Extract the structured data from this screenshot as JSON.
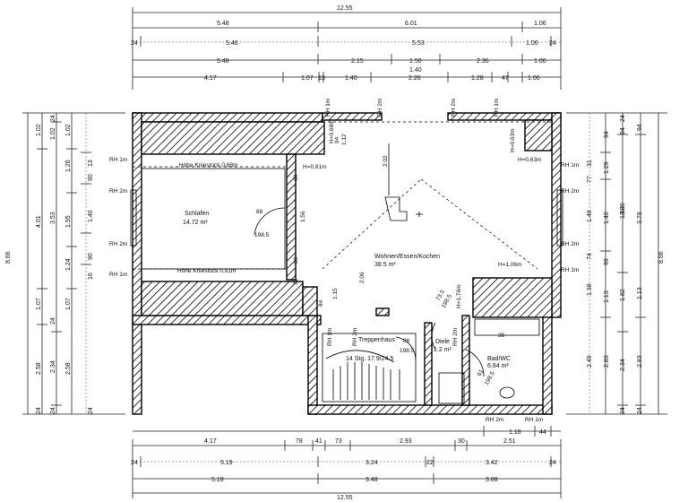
{
  "dims": {
    "top": [
      {
        "text": "12.55"
      },
      {
        "text": "5.48"
      },
      {
        "text": "6.01"
      },
      {
        "text": "1.06"
      },
      {
        "text": "24"
      },
      {
        "text": "5.46"
      },
      {
        "text": "5.53"
      },
      {
        "text": "1.06"
      },
      {
        "text": "24"
      },
      {
        "text": "5.48"
      },
      {
        "text": "2.15"
      },
      {
        "text": "1.50"
      },
      {
        "text": "2.36"
      },
      {
        "text": "1.06"
      },
      {
        "text": "1.40"
      },
      {
        "text": "4.17"
      },
      {
        "text": "1.07"
      },
      {
        "text": "13"
      },
      {
        "text": "1.40"
      },
      {
        "text": "2.26"
      },
      {
        "text": "1.28"
      },
      {
        "text": "47"
      },
      {
        "text": "1.06"
      }
    ],
    "bottom": [
      {
        "text": "4.17"
      },
      {
        "text": "78"
      },
      {
        "text": "41"
      },
      {
        "text": "73"
      },
      {
        "text": "2.93"
      },
      {
        "text": "30"
      },
      {
        "text": "2.51"
      },
      {
        "text": "24"
      },
      {
        "text": "5.19"
      },
      {
        "text": "3.24"
      },
      {
        "text": "22"
      },
      {
        "text": "3.42"
      },
      {
        "text": "24"
      },
      {
        "text": "5.19"
      },
      {
        "text": "3.48"
      },
      {
        "text": "3.88"
      },
      {
        "text": "12.55"
      },
      {
        "text": "1.18"
      },
      {
        "text": "44"
      }
    ],
    "left": [
      {
        "text": "8.66"
      },
      {
        "text": "1.02"
      },
      {
        "text": "4.01"
      },
      {
        "text": "1.07"
      },
      {
        "text": "2.58"
      },
      {
        "text": "24"
      },
      {
        "text": "24"
      },
      {
        "text": "1.02"
      },
      {
        "text": "3.53"
      },
      {
        "text": "24"
      },
      {
        "text": "2.34"
      },
      {
        "text": "24"
      },
      {
        "text": "1.02"
      },
      {
        "text": "1.26"
      },
      {
        "text": "1.55"
      },
      {
        "text": "1.24"
      },
      {
        "text": "1.07"
      },
      {
        "text": "2.58"
      },
      {
        "text": "13"
      },
      {
        "text": "90"
      },
      {
        "text": "1.40"
      },
      {
        "text": "90"
      },
      {
        "text": "16"
      },
      {
        "text": "24"
      }
    ],
    "right": [
      {
        "text": "8.66"
      },
      {
        "text": "94"
      },
      {
        "text": "3.78"
      },
      {
        "text": "1.13"
      },
      {
        "text": "2.83"
      },
      {
        "text": "24"
      },
      {
        "text": "24"
      },
      {
        "text": "94"
      },
      {
        "text": "3.30"
      },
      {
        "text": "1.82"
      },
      {
        "text": "2.34"
      },
      {
        "text": "24"
      },
      {
        "text": "94"
      },
      {
        "text": "1.29"
      },
      {
        "text": "1.40"
      },
      {
        "text": "99"
      },
      {
        "text": "1.13"
      },
      {
        "text": "2.83"
      },
      {
        "text": "31"
      },
      {
        "text": "77"
      },
      {
        "text": "1.48"
      },
      {
        "text": "74"
      },
      {
        "text": "1.38"
      },
      {
        "text": "2.49"
      },
      {
        "text": "1.50"
      }
    ]
  },
  "rooms": {
    "schlafen": {
      "name": "Schlafen",
      "area": "14.72 m²"
    },
    "wohnen": {
      "name": "Wohnen/Essen/Kochen",
      "area": "38.5 m²"
    },
    "diele": {
      "name": "Diele",
      "area": "1.2 m²"
    },
    "bad": {
      "name": "Bad/WC",
      "area": "6.84 m²"
    },
    "treppe": {
      "name": "Treppenhaus",
      "steps": "14 Stg. 17.9/24.5"
    }
  },
  "labels": {
    "knee_top": "Höhe Kniestock 0,68m",
    "knee_bottom": "Höhe Kniestock 0,91m",
    "h081": "H=0,81m",
    "h068": "H=0,68m",
    "h063": "H=0,63m",
    "h063b": "H=0,63m",
    "h106": "H=1,06m",
    "h176": "H=1,76m",
    "rh1m": "RH 1m",
    "rh2m": "RH 2m",
    "door1": "88",
    "door1b": "198.5",
    "door2": "86",
    "door2b": "198.5",
    "door3": "73.5",
    "door3b": "198.5",
    "door4": "61",
    "door4b": "198.5",
    "door5": "35",
    "m202": "2.02",
    "m112": "1.12",
    "m94": "94",
    "m156": "1.56",
    "m206": "2.06",
    "m115": "1.15",
    "m84": "84",
    "m31": "31",
    "m80": "80",
    "m60": "60",
    "m71": "71"
  }
}
